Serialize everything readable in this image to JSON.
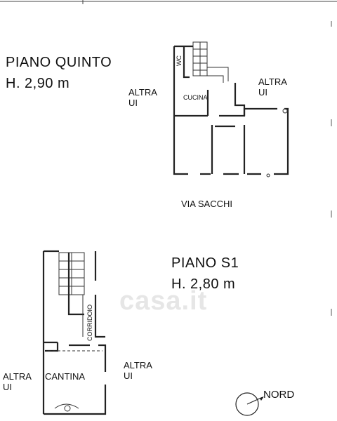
{
  "floors": {
    "upper": {
      "title": "PIANO QUINTO",
      "height": "H. 2,90 m",
      "rooms": {
        "wc": "WC",
        "kitchen": "CUCINA",
        "other_left": "ALTRA\nUI",
        "other_right": "ALTRA\nUI"
      },
      "street": "VIA SACCHI"
    },
    "basement": {
      "title": "PIANO S1",
      "height": "H. 2,80 m",
      "rooms": {
        "corridor": "CORRIDOIO",
        "cellar": "CANTINA",
        "other_left": "ALTRA\nUI",
        "other_right": "ALTRA\nUI"
      }
    }
  },
  "compass": {
    "label": "NORD"
  },
  "watermark": "casa.it"
}
